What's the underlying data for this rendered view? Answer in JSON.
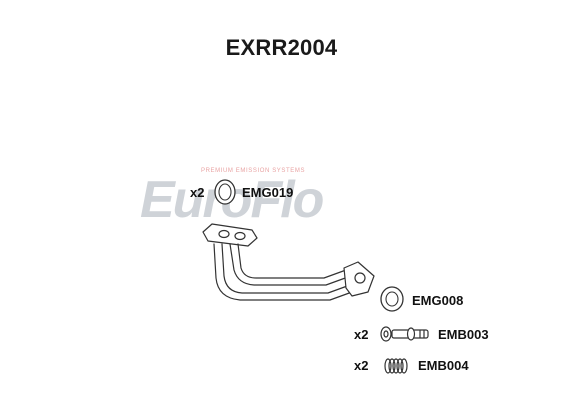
{
  "title": "EXRR2004",
  "watermark": {
    "brand": "EuroFlo",
    "tagline": "PREMIUM EMISSION SYSTEMS"
  },
  "parts": [
    {
      "qty": "x2",
      "code": "EMG019",
      "icon": "gasket-ring-icon"
    },
    {
      "qty": "",
      "code": "EMG008",
      "icon": "gasket-ring-icon"
    },
    {
      "qty": "x2",
      "code": "EMB003",
      "icon": "bolt-icon"
    },
    {
      "qty": "x2",
      "code": "EMB004",
      "icon": "spring-icon"
    }
  ],
  "colors": {
    "brand_red": "#d62b2b",
    "watermark_grey": "#cfd3d8",
    "line": "#333333"
  }
}
